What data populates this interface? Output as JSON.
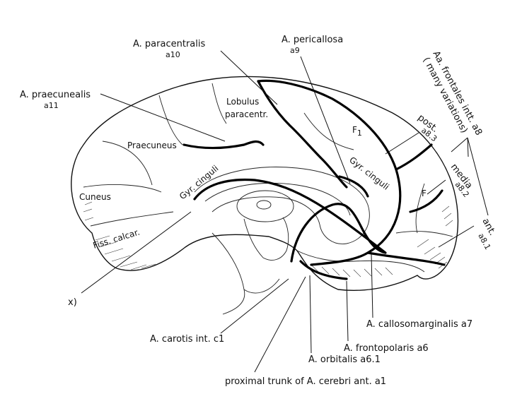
{
  "labels": {
    "paracentralis": "A. paracentralis",
    "paracentralis_code": "a10",
    "pericallosa": "A. pericallosa",
    "pericallosa_code": "a9",
    "frontales_title": "Aa. frontales intt. a8",
    "frontales_note": "( many variations)",
    "praecunealis": "A. praecunealis",
    "praecunealis_code": "a11",
    "post": "post.",
    "post_code": "a8.3",
    "media": "media",
    "media_code": "a8.2",
    "ant": "ant.",
    "ant_code": "a8.1",
    "callosomarginalis": "A. callosomarginalis a7",
    "frontopolaris": "A. frontopolaris a6",
    "orbitalis": "A. orbitalis a6.1",
    "carotis": "A. carotis int. c1",
    "proximal": "proximal trunk of A. cerebri ant. a1",
    "x_mark": "x)"
  },
  "regions": {
    "lobulus_1": "Lobulus",
    "lobulus_2": "paracentr.",
    "praecuneus": "Praecuneus",
    "cuneus": "Cuneus",
    "fiss_calcar": "Fiss. calcar.",
    "gyr_cinguli_back": "Gyr. cinguli",
    "gyr_cinguli_front": "Gyr. cinguli",
    "f1_letter": "F",
    "f1_sub": "1",
    "f_letter": "F"
  },
  "colors": {
    "ink": "#111111",
    "paper": "#ffffff"
  }
}
